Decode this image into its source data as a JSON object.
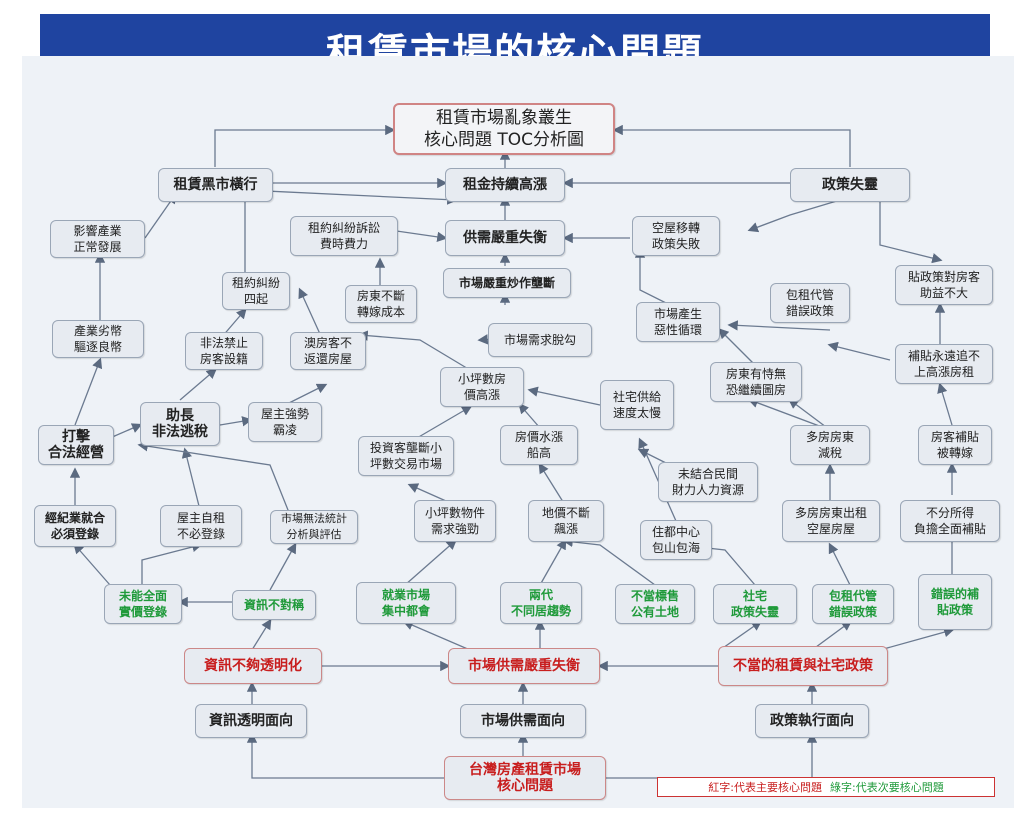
{
  "title": "租賃市場的核心問題",
  "colors": {
    "banner": "#1f44a0",
    "main_problem": "#c81e1e",
    "sub_problem": "#1f9a3a"
  },
  "nodes": {
    "top": "租賃市場亂象叢生\n核心問題 TOC分析圖",
    "black_market": "租賃黑市橫行",
    "rent_rising": "租金持續高漲",
    "policy_failure": "政策失靈",
    "affect_industry": "影響產業\n正常發展",
    "dispute_cost": "租約糾紛訴訟\n費時費力",
    "supply_demand": "供需嚴重失衡",
    "vacant_transfer": "空屋移轉\n政策失敗",
    "dispute_rise": "租約糾紛\n四起",
    "landlord_cost": "房東不斷\n轉嫁成本",
    "speculation": "市場嚴重炒作壟斷",
    "subsidy_landlord": "貼政策對房客\n助益不大",
    "industry_bad": "產業劣幣\n驅逐良幣",
    "illegal_register": "非法禁止\n房客設籍",
    "tenant_bad": "澳房客不\n返還房屋",
    "demand_cut": "市場需求脫勾",
    "market_loop": "市場產生\n惡性循環",
    "charter_error": "包租代管\n錯誤政策",
    "subsidy_rent": "補貼永遠追不\n上高漲房租",
    "small_house": "小坪數房\n價高漲",
    "landlord_fear": "房東有恃無\n恐繼續圖房",
    "social_slow": "社宅供給\n速度太慢",
    "fight": "打擊\n合法經營",
    "grow": "助長\n非法逃稅",
    "landlord_strong": "屋主強勢\n霸凌",
    "investor": "投資客壟斷小\n坪數交易市場",
    "price_rise": "房價水漲\n船高",
    "multi_tax": "多房房東\n減稅",
    "tenant_subsidy": "房客補貼\n被轉嫁",
    "gov_not_combine": "未結合民間\n財力人力資源",
    "broker_register": "經紀業就合\n必須登錄",
    "owner_self": "屋主自租\n不必登錄",
    "stats": "市場無法統計\n分析與評估",
    "small_demand": "小坪數物件\n需求強勁",
    "land_rise": "地價不斷\n飆漲",
    "urban_center": "住都中心\n包山包海",
    "multi_rent": "多房房東出租\n空屋房屋",
    "no_income": "不分所得\n負擔全面補貼",
    "no_register": "未能全面\n實價登錄",
    "info_asym": "資訊不對稱",
    "employ": "就業市場\n集中都會",
    "two_gen": "兩代\n不同居趨勢",
    "public_land": "不當標售\n公有土地",
    "social_fail": "社宅\n政策失靈",
    "charter_err2": "包租代管\n錯誤政策",
    "wrong_subsidy": "錯誤的補\n貼政策",
    "info_not": "資訊不夠透明化",
    "market_imbalance": "市場供需嚴重失衡",
    "improper_policy": "不當的租賃與社宅政策",
    "info_aspect": "資訊透明面向",
    "market_aspect": "市場供需面向",
    "policy_aspect": "政策執行面向",
    "base": "台灣房產租賃市場\n核心問題"
  },
  "legend": {
    "red": "紅字:代表主要核心問題",
    "green": "綠字:代表次要核心問題"
  }
}
